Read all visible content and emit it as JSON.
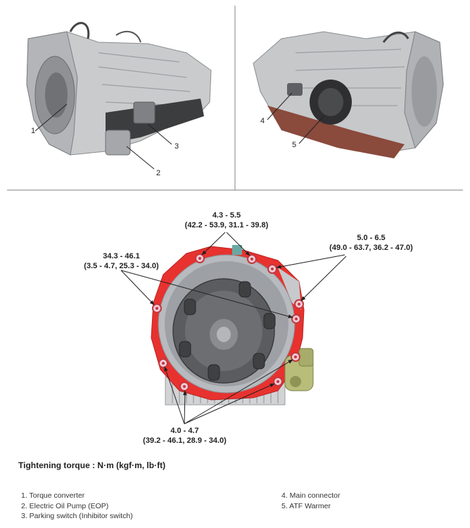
{
  "callouts_top": {
    "n1": "1",
    "n2": "2",
    "n3": "3",
    "n4": "4",
    "n5": "5"
  },
  "torque_specs": [
    {
      "line1": "4.3 - 5.5",
      "line2": "(42.2 - 53.9, 31.1 - 39.8)"
    },
    {
      "line1": "5.0 - 6.5",
      "line2": "(49.0 - 63.7, 36.2 - 47.0)"
    },
    {
      "line1": "34.3 - 46.1",
      "line2": "(3.5 - 4.7, 25.3 - 34.0)"
    },
    {
      "line1": "4.0 - 4.7",
      "line2": "(39.2 - 46.1, 28.9 - 34.0)"
    }
  ],
  "title": "Tightening torque : N·m (kgf·m, lb·ft)",
  "legend_left": [
    "1. Torque converter",
    "2. Electric Oil Pump (EOP)",
    "3. Parking switch (Inhibitor switch)"
  ],
  "legend_right": [
    "4. Main connector",
    "5. ATF Warmer"
  ],
  "colors": {
    "housing_red": "#e8322f",
    "divider": "#999999",
    "bolt_ring": "#c0393b",
    "bolt_fill": "#f4c8d8",
    "metal": "#b9bcbf",
    "pump_green": "#b8bd7a"
  }
}
